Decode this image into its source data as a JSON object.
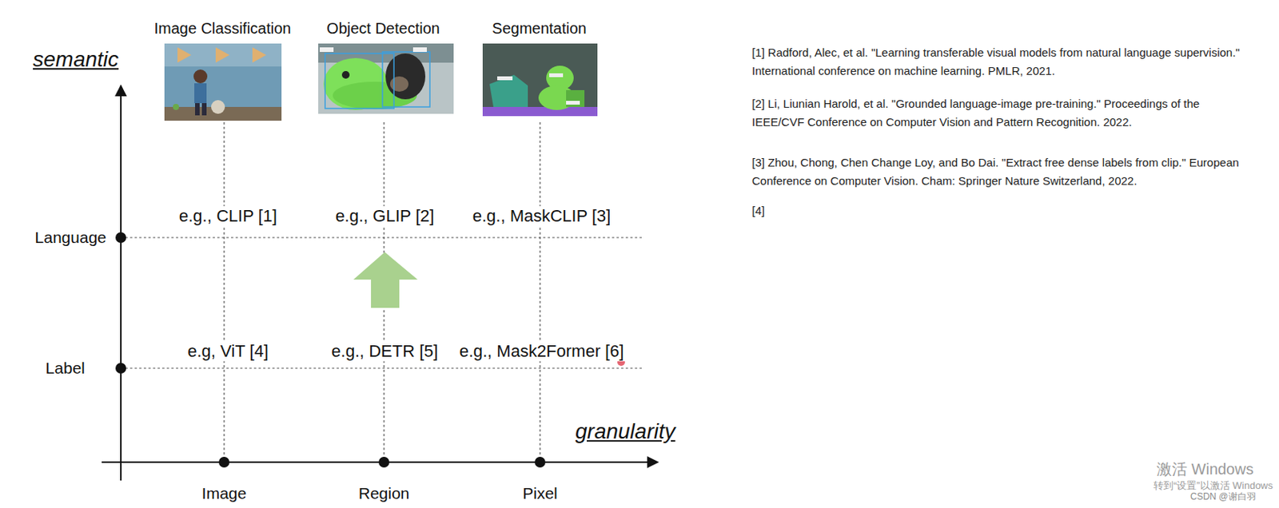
{
  "diagram": {
    "labels": [
      "semantic",
      "granularity",
      "Image Classification",
      "Object Detection",
      "Segmentation",
      "Language",
      "Label",
      "Image",
      "Region",
      "Pixel",
      "e.g., CLIP [1]",
      "e.g., GLIP [2]",
      "e.g., MaskCLIP [3]",
      "e.g, ViT [4]",
      "e.g., DETR [5]",
      "e.g., Mask2Former [6]",
      "[1] Radford, Alec, et al. \"Learning transferable visual models from natural language supervision.\" International conference on machine learning. PMLR, 2021.",
      "[2] Li, Liunian Harold, et al. \"Grounded language-image pre-training.\" Proceedings of the IEEE/CVF Conference on Computer Vision and Pattern Recognition. 2022.",
      "[3] Zhou, Chong, Chen Change Loy, and Bo Dai. \"Extract free dense labels from clip.\" European Conference on Computer Vision. Cham: Springer Nature Switzerland, 2022.",
      "[4]",
      "激活 Windows",
      "转到“设置”以激活 Windows",
      "CSDN @谢白羽"
    ]
  }
}
